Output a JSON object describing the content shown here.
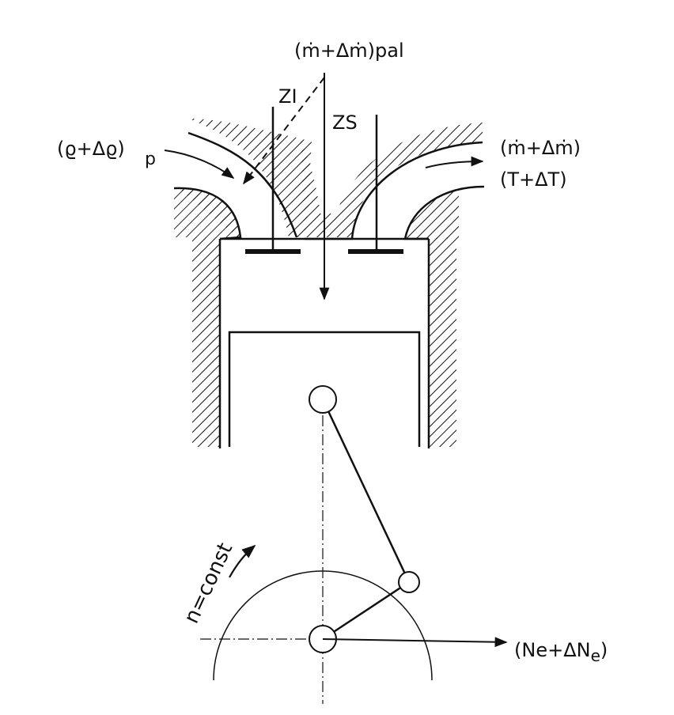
{
  "labels": {
    "fuel_flow": "(ṁ+Δṁ)pal",
    "valve_zi": "ZI",
    "valve_zs": "ZS",
    "intake_density_main": "(ϱ+Δϱ)",
    "intake_density_sub": "p",
    "exhaust_mass": "(ṁ+Δṁ)",
    "exhaust_temp": "(T+ΔT)",
    "speed": "n=const",
    "power_main": "(Ne+ΔN",
    "power_sub": "e",
    "power_close": ")"
  },
  "colors": {
    "ink": "#111111",
    "background": "#ffffff"
  }
}
